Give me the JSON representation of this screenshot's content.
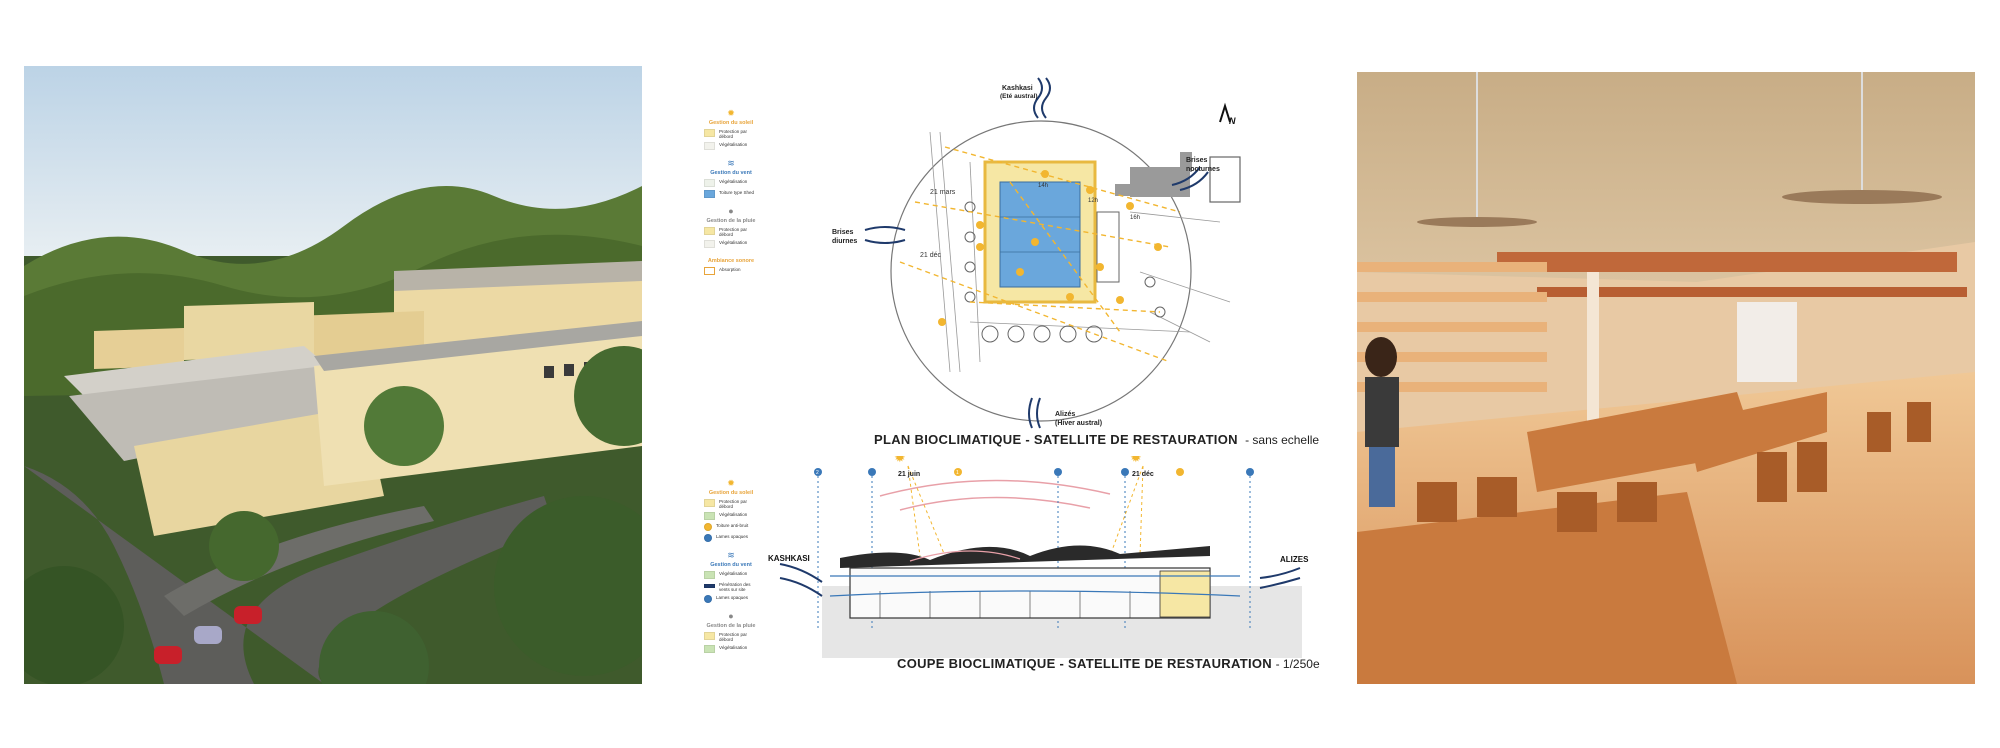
{
  "plan": {
    "title": "PLAN BIOCLIMATIQUE - SATELLITE DE RESTAURATION",
    "scale": "- sans echelle",
    "wind_top": "Kashkasi",
    "wind_top_sub": "(Eté austral)",
    "wind_left": "Brises",
    "wind_left_sub": "diurnes",
    "wind_right": "Brises",
    "wind_right_sub": "nocturnes",
    "wind_bottom": "Alizés",
    "wind_bottom_sub": "(Hiver austral)",
    "north": "N",
    "sun_21mars": "21 mars",
    "sun_21dec": "21 déc",
    "sun_14h": "14h",
    "sun_12h": "12h",
    "sun_16h": "16h"
  },
  "coupe": {
    "title": "COUPE BIOCLIMATIQUE - SATELLITE DE RESTAURATION",
    "scale": "- 1/250e",
    "left_wind": "KASHKASI",
    "right_wind": "ALIZES",
    "sun_left": "21 juin",
    "sun_right": "21 déc",
    "marker_1": "1",
    "marker_2": "2"
  },
  "legend_plan": {
    "soleil_header": "Gestion du soleil",
    "soleil_items": [
      "Protection par débord",
      "Végétalisation"
    ],
    "vent_header": "Gestion du vent",
    "vent_items": [
      "Végétalisation",
      "Toiture type Shed"
    ],
    "pluie_header": "Gestion de la pluie",
    "pluie_items": [
      "Protection par débord",
      "Végétalisation"
    ],
    "sonore_header": "Ambiance sonore",
    "sonore_items": [
      "Absorption"
    ]
  },
  "legend_coupe": {
    "soleil_header": "Gestion du soleil",
    "soleil_items": [
      "Protection par débord",
      "Végétalisation",
      "Toiture anti-bruit",
      "Lames opaques"
    ],
    "vent_header": "Gestion du vent",
    "vent_items": [
      "Végétalisation",
      "Pénétration des vents sur site",
      "Lames opaques"
    ],
    "pluie_header": "Gestion de la pluie",
    "pluie_items": [
      "Protection par débord",
      "Végétalisation"
    ]
  },
  "colors": {
    "sun": "#f2b630",
    "sun_zone": "#f6e7a4",
    "wind": "#1f3a6b",
    "water": "#6aa7dc",
    "veg": "#c9e3b4",
    "pink": "#e8a0a8"
  }
}
